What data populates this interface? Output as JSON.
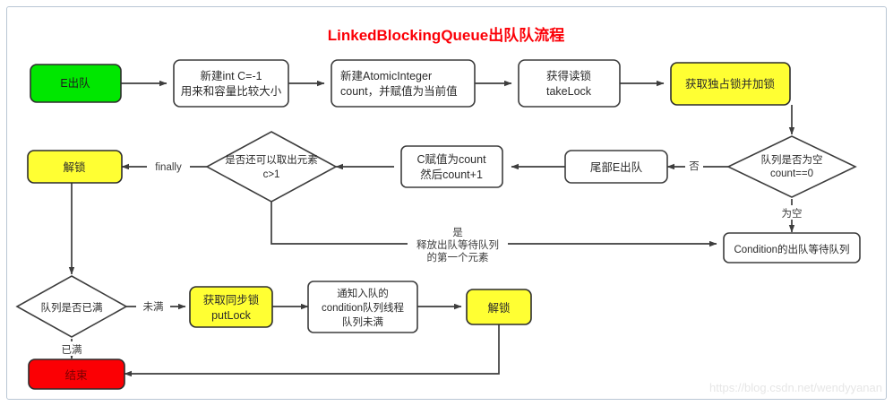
{
  "page": {
    "title": "LinkedBlockingQueue出队队流程",
    "title_color": "#fb0007",
    "watermark": "https://blog.csdn.net/wendyyanan",
    "background": "#ffffff"
  },
  "colors": {
    "start": "#00e700",
    "end": "#fb0004",
    "lock": "#ffff33",
    "process": "#ffffff",
    "stroke": "#3d3d3d"
  },
  "nodes": {
    "start": {
      "label": "E出队",
      "shape": "rounded-rect",
      "fill": "#00e700"
    },
    "new_int_c": {
      "line1": "新建int C=-1",
      "line2": "用来和容量比较大小",
      "shape": "rounded-rect",
      "fill": "#ffffff"
    },
    "new_atomic": {
      "line1": "新建AtomicInteger",
      "line2": "count，并赋值为当前值",
      "shape": "rounded-rect",
      "fill": "#ffffff"
    },
    "take_lock": {
      "line1": "获得读锁",
      "line2": "takeLock",
      "shape": "rounded-rect",
      "fill": "#ffffff"
    },
    "acquire_lock": {
      "label": "获取独占锁并加锁",
      "shape": "rounded-rect",
      "fill": "#ffff33"
    },
    "queue_empty": {
      "line1": "队列是否为空",
      "line2": "count==0",
      "shape": "diamond",
      "fill": "#ffffff"
    },
    "tail_dequeue": {
      "label": "尾部E出队",
      "shape": "rounded-rect",
      "fill": "#ffffff"
    },
    "assign_c": {
      "line1": "C赋值为count",
      "line2": "然后count+1",
      "shape": "rounded-rect",
      "fill": "#ffffff"
    },
    "can_take": {
      "line1": "是否还可以取出元素",
      "line2": "c>1",
      "shape": "diamond",
      "fill": "#ffffff"
    },
    "unlock_1": {
      "label": "解锁",
      "shape": "rounded-rect",
      "fill": "#ffff33"
    },
    "condition_queue": {
      "label": "Condition的出队等待队列",
      "shape": "rounded-rect",
      "fill": "#ffffff"
    },
    "queue_full": {
      "label": "队列是否已满",
      "shape": "diamond",
      "fill": "#ffffff"
    },
    "put_lock": {
      "line1": "获取同步锁",
      "line2": "putLock",
      "shape": "rounded-rect",
      "fill": "#ffff33"
    },
    "notify": {
      "line1": "通知入队的",
      "line2": "condition队列线程",
      "line3": "队列未满",
      "shape": "rounded-rect",
      "fill": "#ffffff"
    },
    "unlock_2": {
      "label": "解锁",
      "shape": "rounded-rect",
      "fill": "#ffff33"
    },
    "end": {
      "label": "结束",
      "shape": "rounded-rect",
      "fill": "#fb0004"
    }
  },
  "edges": {
    "empty_no": "否",
    "empty_yes": "为空",
    "finally": "finally",
    "can_take_yes_l1": "是",
    "can_take_yes_l2": "释放出队等待队列",
    "can_take_yes_l3": "的第一个元素",
    "full_no": "未满",
    "full_yes": "已满"
  }
}
